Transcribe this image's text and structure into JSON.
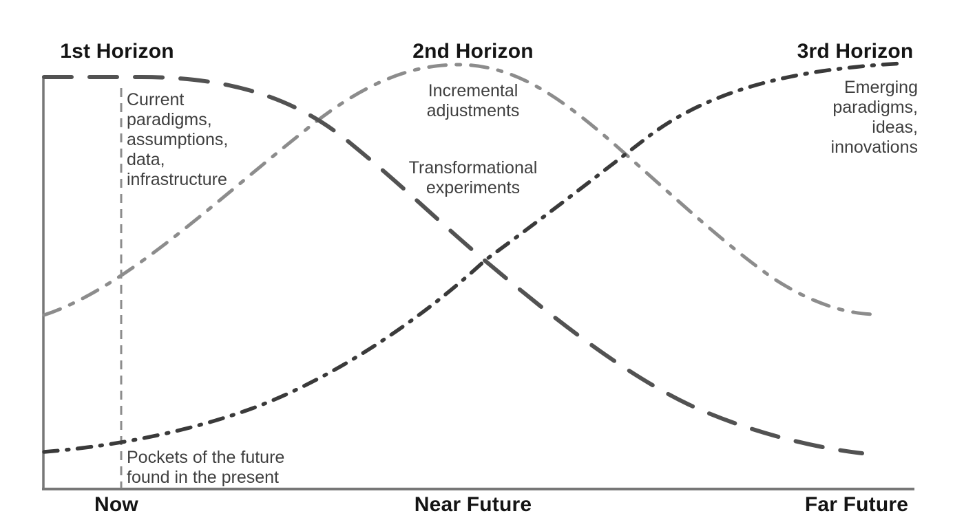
{
  "titles": {
    "horizon1": "1st Horizon",
    "horizon2": "2nd Horizon",
    "horizon3": "3rd Horizon"
  },
  "annotations": {
    "horizon1_scope": [
      "Current",
      "paradigms,",
      "assumptions,",
      "data,",
      "infrastructure"
    ],
    "horizon2_upper": [
      "Incremental",
      "adjustments"
    ],
    "horizon2_lower": [
      "Transformational",
      "experiments"
    ],
    "horizon3_scope": [
      "Emerging",
      "paradigms,",
      "ideas,",
      "innovations"
    ],
    "pockets": [
      "Pockets of the future",
      "found in the present"
    ]
  },
  "axis_labels": {
    "now": "Now",
    "near_future": "Near Future",
    "far_future": "Far Future"
  },
  "colors": {
    "horizon1": "#525252",
    "horizon2": "#8c8c8c",
    "horizon3": "#3a3a3a",
    "axis": "#777777",
    "now_marker": "#8c8c8c",
    "title_text": "#141414",
    "annotation_text": "#3f3f3f"
  },
  "chart_data": {
    "type": "line",
    "x": [
      "Now",
      "Near Future",
      "Far Future"
    ],
    "series": [
      {
        "name": "1st Horizon",
        "style": "long-dash",
        "values": [
          0.97,
          0.55,
          0.09
        ],
        "description": "Starts dominant at Now, declines toward Far Future"
      },
      {
        "name": "2nd Horizon",
        "style": "dash-dot",
        "values": [
          0.48,
          1.0,
          0.42
        ],
        "description": "Rises from Now, peaks in Near Future, declines toward Far Future"
      },
      {
        "name": "3rd Horizon",
        "style": "dash-dot",
        "values": [
          0.11,
          0.52,
          1.0
        ],
        "description": "Starts marginal at Now, rises to dominance at Far Future"
      }
    ],
    "title": "",
    "xlabel": "",
    "ylabel": "",
    "ylim": [
      0,
      1
    ],
    "grid": false,
    "legend_position": "none"
  }
}
